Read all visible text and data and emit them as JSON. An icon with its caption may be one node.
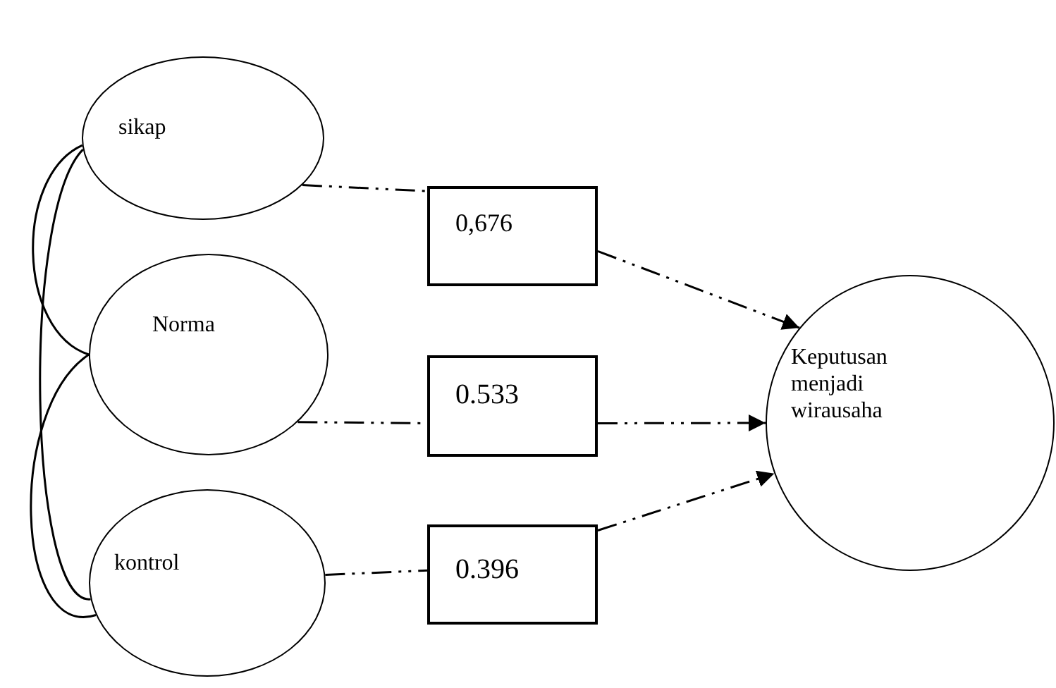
{
  "diagram": {
    "nodes": [
      {
        "text": [
          "sikap"
        ]
      },
      {
        "text": [
          "Norma"
        ]
      },
      {
        "text": [
          "kontrol"
        ]
      },
      {
        "text": [
          "0,676"
        ]
      },
      {
        "text": [
          "0.533"
        ]
      },
      {
        "text": [
          "0.396"
        ]
      },
      {
        "text": [
          "Keputusan menjadi wirausaha"
        ]
      }
    ],
    "edges": [
      {
        "from": 0,
        "to": 3,
        "arrow": "none",
        "style": "dashed"
      },
      {
        "from": 3,
        "to": 6,
        "arrow": "to",
        "style": "dashed"
      },
      {
        "from": 1,
        "to": 4,
        "arrow": "none",
        "style": "dashed"
      },
      {
        "from": 4,
        "to": 6,
        "arrow": "to",
        "style": "dashed"
      },
      {
        "from": 2,
        "to": 5,
        "arrow": "none",
        "style": "dashed"
      },
      {
        "from": 5,
        "to": 6,
        "arrow": "to",
        "style": "dashed"
      },
      {
        "from": 0,
        "to": 1,
        "arrow": "none"
      },
      {
        "from": 0,
        "to": 2,
        "arrow": "none"
      },
      {
        "from": 1,
        "to": 2,
        "arrow": "none"
      }
    ]
  }
}
